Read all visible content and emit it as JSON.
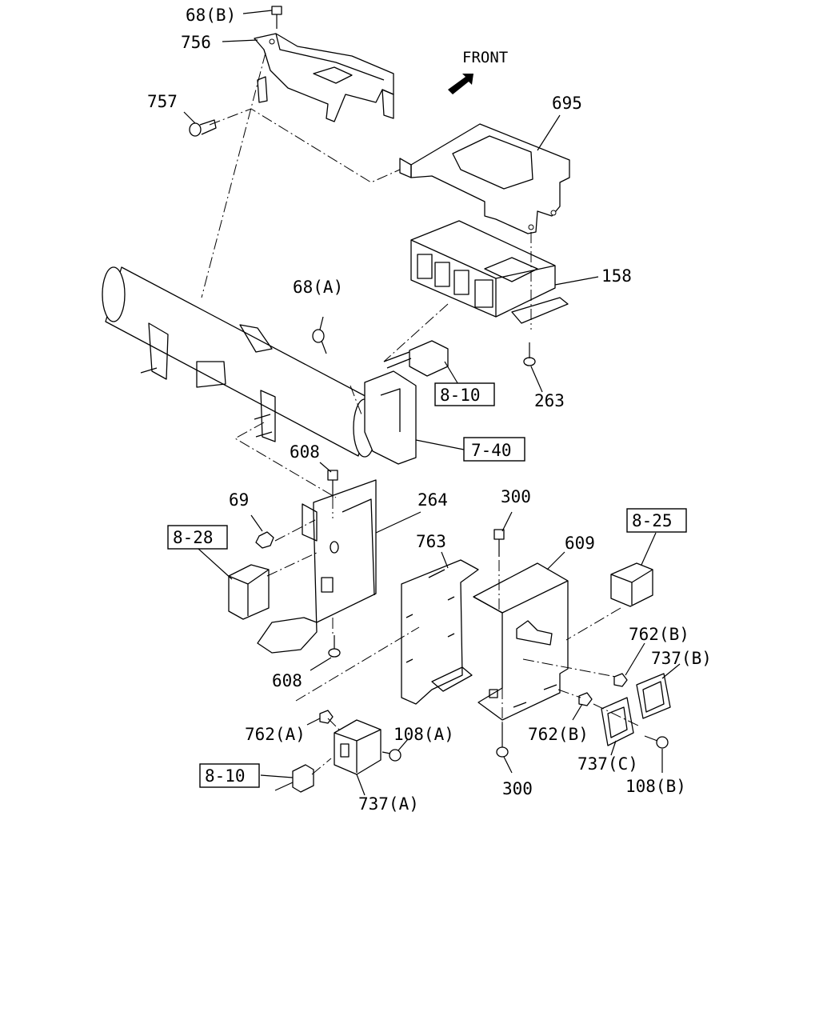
{
  "diagram": {
    "direction_label": "FRONT",
    "callouts": {
      "c68b": "68(B)",
      "c756": "756",
      "c757": "757",
      "c695": "695",
      "c158": "158",
      "c68a": "68(A)",
      "c263": "263",
      "c608a": "608",
      "c69": "69",
      "c264": "264",
      "c300a": "300",
      "c763": "763",
      "c609": "609",
      "c608b": "608",
      "c762b1": "762(B)",
      "c737b": "737(B)",
      "c762a": "762(A)",
      "c108a": "108(A)",
      "c762b2": "762(B)",
      "c737c": "737(C)",
      "c108b": "108(B)",
      "c300b": "300",
      "c737a": "737(A)"
    },
    "references": {
      "r810a": "8-10",
      "r740": "7-40",
      "r828": "8-28",
      "r825": "8-25",
      "r810b": "8-10"
    }
  }
}
